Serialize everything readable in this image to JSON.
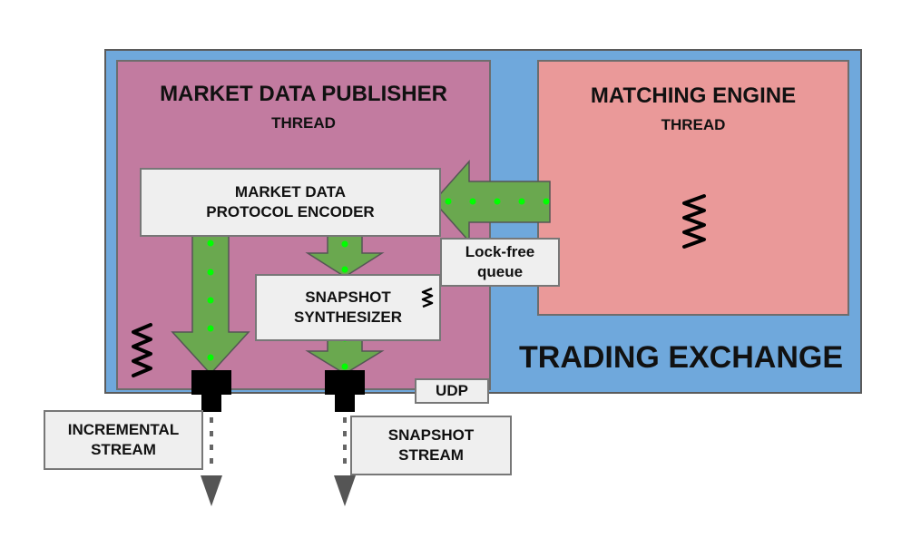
{
  "exchange": {
    "label": "TRADING EXCHANGE"
  },
  "publisher": {
    "title": "MARKET DATA PUBLISHER",
    "subtitle": "THREAD"
  },
  "matching": {
    "title": "MATCHING ENGINE",
    "subtitle": "THREAD"
  },
  "encoder": {
    "line1": "MARKET DATA",
    "line2": "PROTOCOL ENCODER"
  },
  "synthesizer": {
    "line1": "SNAPSHOT",
    "line2": "SYNTHESIZER"
  },
  "queue": {
    "line1": "Lock-free",
    "line2": "queue"
  },
  "udp": {
    "label": "UDP"
  },
  "incremental": {
    "line1": "INCREMENTAL",
    "line2": "STREAM"
  },
  "snapshot_stream": {
    "line1": "SNAPSHOT",
    "line2": "STREAM"
  },
  "colors": {
    "exchange": "#6fa8dc",
    "publisher": "#c27ba0",
    "matching": "#ea9999",
    "arrow": "#6aa84f",
    "dot": "#00ff00",
    "box": "#efefef"
  }
}
